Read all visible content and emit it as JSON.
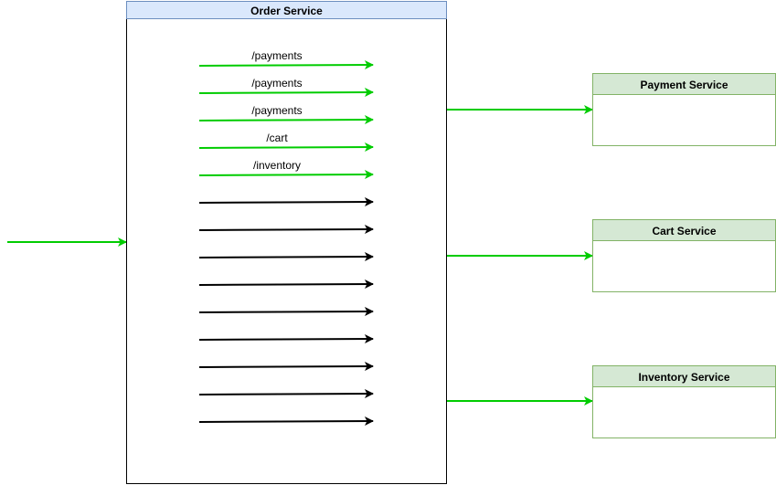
{
  "colors": {
    "order_header_fill": "#dae8fc",
    "order_header_stroke": "#6c8ebf",
    "order_body_stroke": "#000000",
    "service_header_fill": "#d5e8d4",
    "service_stroke": "#82b366",
    "active_arrow": "#00cc00",
    "idle_arrow": "#000000"
  },
  "order_service": {
    "title": "Order Service",
    "routes": [
      "/payments",
      "/payments",
      "/payments",
      "/cart",
      "/inventory",
      "",
      "",
      "",
      "",
      "",
      "",
      "",
      "",
      ""
    ]
  },
  "services": [
    {
      "title": "Payment Service"
    },
    {
      "title": "Cart Service"
    },
    {
      "title": "Inventory Service"
    }
  ]
}
